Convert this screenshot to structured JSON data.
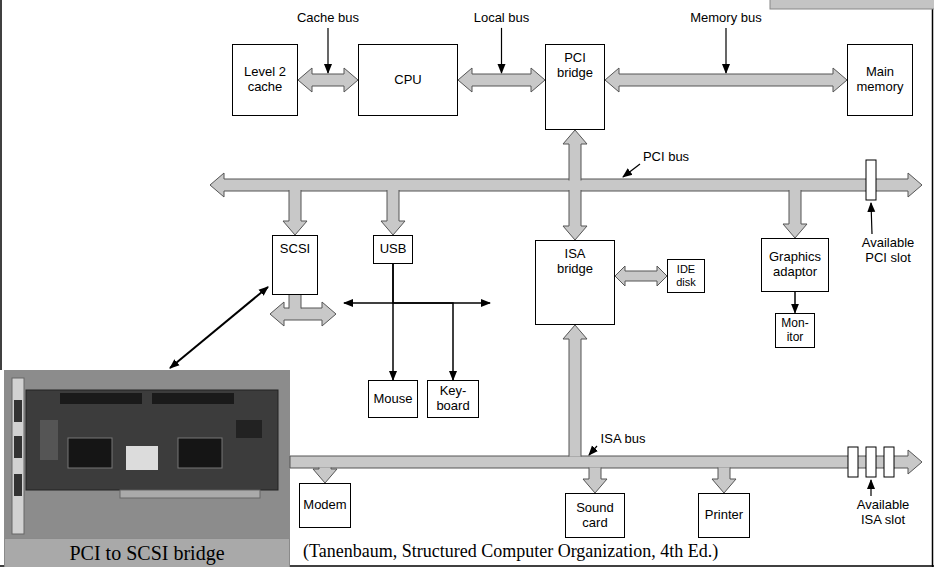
{
  "diagram": {
    "caption": "(Tanenbaum, Structured Computer Organization, 4th Ed.)",
    "nodes": [
      {
        "text": [
          "Level 2 cache"
        ]
      },
      {
        "text": [
          "CPU"
        ]
      },
      {
        "text": [
          "PCI bridge"
        ]
      },
      {
        "text": [
          "Main memory"
        ]
      },
      {
        "text": [
          "SCSI"
        ]
      },
      {
        "text": [
          "USB"
        ]
      },
      {
        "text": [
          "ISA bridge"
        ]
      },
      {
        "text": [
          "IDE disk"
        ]
      },
      {
        "text": [
          "Graphics adaptor"
        ]
      },
      {
        "text": [
          "Mon- itor"
        ]
      },
      {
        "text": [
          "Mouse"
        ]
      },
      {
        "text": [
          "Key- board"
        ]
      },
      {
        "text": [
          "Modem"
        ]
      },
      {
        "text": [
          "Sound card"
        ]
      },
      {
        "text": [
          "Printer"
        ]
      },
      {
        "text": [
          "PCI to SCSI bridge"
        ]
      }
    ],
    "edges": [
      {
        "from": 0,
        "to": 1,
        "arrow": "both",
        "label": "Cache bus"
      },
      {
        "from": 1,
        "to": 2,
        "arrow": "both",
        "label": "Local bus"
      },
      {
        "from": 2,
        "to": 3,
        "arrow": "both",
        "label": "Memory bus"
      },
      {
        "from": 6,
        "to": 7,
        "arrow": "both"
      },
      {
        "from": 8,
        "to": 9,
        "arrow": "to"
      },
      {
        "from": 5,
        "to": 10,
        "arrow": "to"
      },
      {
        "from": 5,
        "to": 11,
        "arrow": "to"
      }
    ],
    "labels": [
      "PCI bus",
      "Available PCI slot",
      "ISA bus",
      "Available ISA slot"
    ]
  }
}
